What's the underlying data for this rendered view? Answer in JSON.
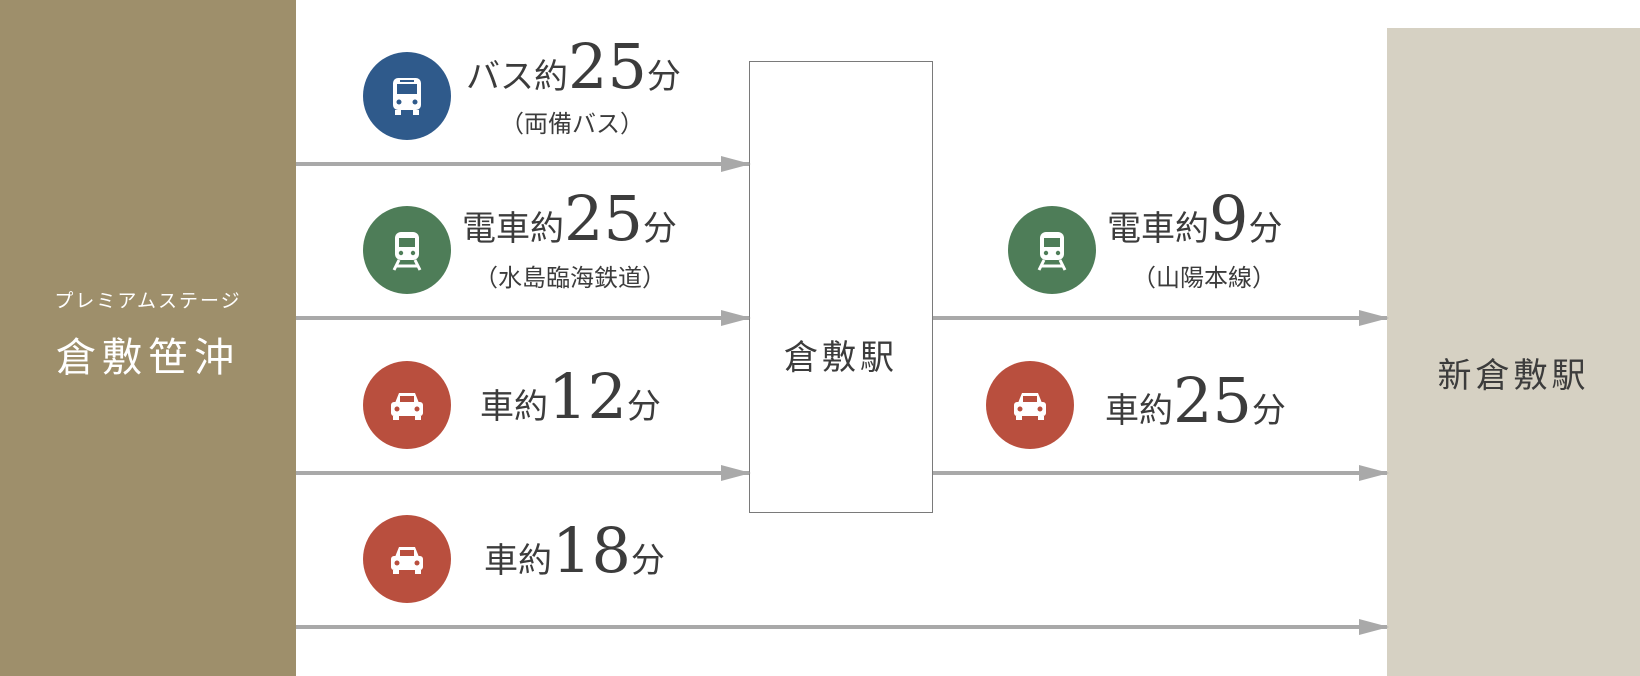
{
  "origin": {
    "subtitle": "プレミアムステージ",
    "name": "倉敷笹沖"
  },
  "via_station": {
    "name": "倉敷駅"
  },
  "destination": {
    "name": "新倉敷駅"
  },
  "routes": [
    {
      "icon": "bus-icon",
      "color": "#2f5a8b",
      "mode": "バス約",
      "minutes": "25",
      "unit": "分",
      "note": "（両備バス）"
    },
    {
      "icon": "train-icon",
      "color": "#4e7d58",
      "mode": "電車約",
      "minutes": "25",
      "unit": "分",
      "note": "（水島臨海鉄道）"
    },
    {
      "icon": "car-icon",
      "color": "#b94f3e",
      "mode": "車約",
      "minutes": "12",
      "unit": "分",
      "note": ""
    },
    {
      "icon": "car-icon",
      "color": "#b94f3e",
      "mode": "車約",
      "minutes": "18",
      "unit": "分",
      "note": ""
    },
    {
      "icon": "train-icon",
      "color": "#4e7d58",
      "mode": "電車約",
      "minutes": "9",
      "unit": "分",
      "note": "（山陽本線）"
    },
    {
      "icon": "car-icon",
      "color": "#b94f3e",
      "mode": "車約",
      "minutes": "25",
      "unit": "分",
      "note": ""
    }
  ]
}
